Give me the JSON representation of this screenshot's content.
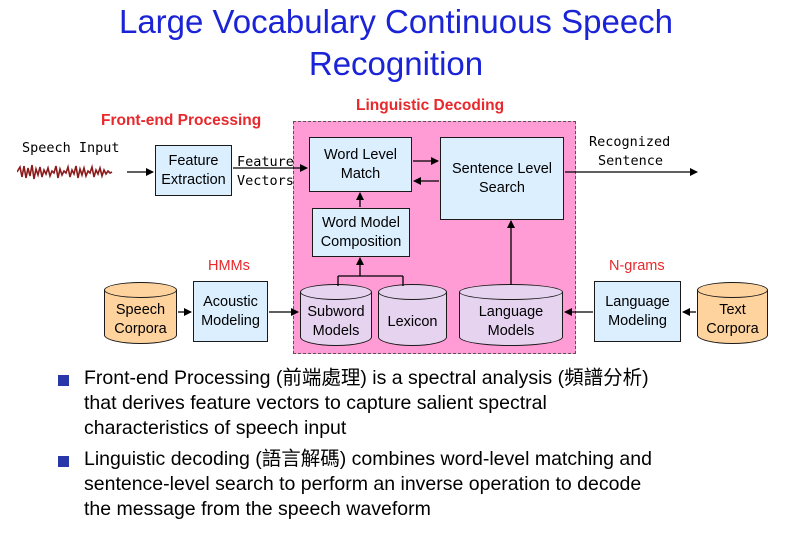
{
  "title": {
    "line1": "Large Vocabulary Continuous Speech",
    "line2": "Recognition"
  },
  "labels": {
    "front_end": "Front-end Processing",
    "linguistic": "Linguistic Decoding",
    "speech_input": "Speech Input",
    "feature_vectors_1": "Feature",
    "feature_vectors_2": "Vectors",
    "recognized_1": "Recognized",
    "recognized_2": "Sentence",
    "hmms": "HMMs",
    "ngrams": "N-grams"
  },
  "boxes": {
    "feature_extraction": [
      "Feature",
      "Extraction"
    ],
    "word_level_match": [
      "Word Level",
      "Match"
    ],
    "sentence_level_search": [
      "Sentence Level",
      "Search"
    ],
    "word_model_composition": [
      "Word Model",
      "Composition"
    ],
    "acoustic_modeling": [
      "Acoustic",
      "Modeling"
    ],
    "language_modeling": [
      "Language",
      "Modeling"
    ]
  },
  "cylinders": {
    "speech_corpora": [
      "Speech",
      "Corpora"
    ],
    "subword_models": [
      "Subword",
      "Models"
    ],
    "lexicon": [
      "Lexicon"
    ],
    "language_models": [
      "Language",
      "Models"
    ],
    "text_corpora": [
      "Text",
      "Corpora"
    ]
  },
  "colors": {
    "title": "#1a23d6",
    "accent_red": "#e8282c",
    "pink_region": "#ff9cd6",
    "blue_box": "#dcefff",
    "cyl_orange": "#ffd39e",
    "cyl_lavender": "#e6d3f0",
    "bullet": "#2a37a8"
  },
  "bullets": [
    {
      "lines": [
        "Front-end Processing (前端處理) is a spectral analysis (頻譜分析)",
        "that derives feature vectors to capture salient spectral",
        "characteristics of speech input"
      ]
    },
    {
      "lines": [
        "Linguistic decoding (語言解碼) combines word-level matching and",
        "sentence-level search to perform an inverse operation to decode",
        "the message from the speech waveform"
      ]
    }
  ]
}
